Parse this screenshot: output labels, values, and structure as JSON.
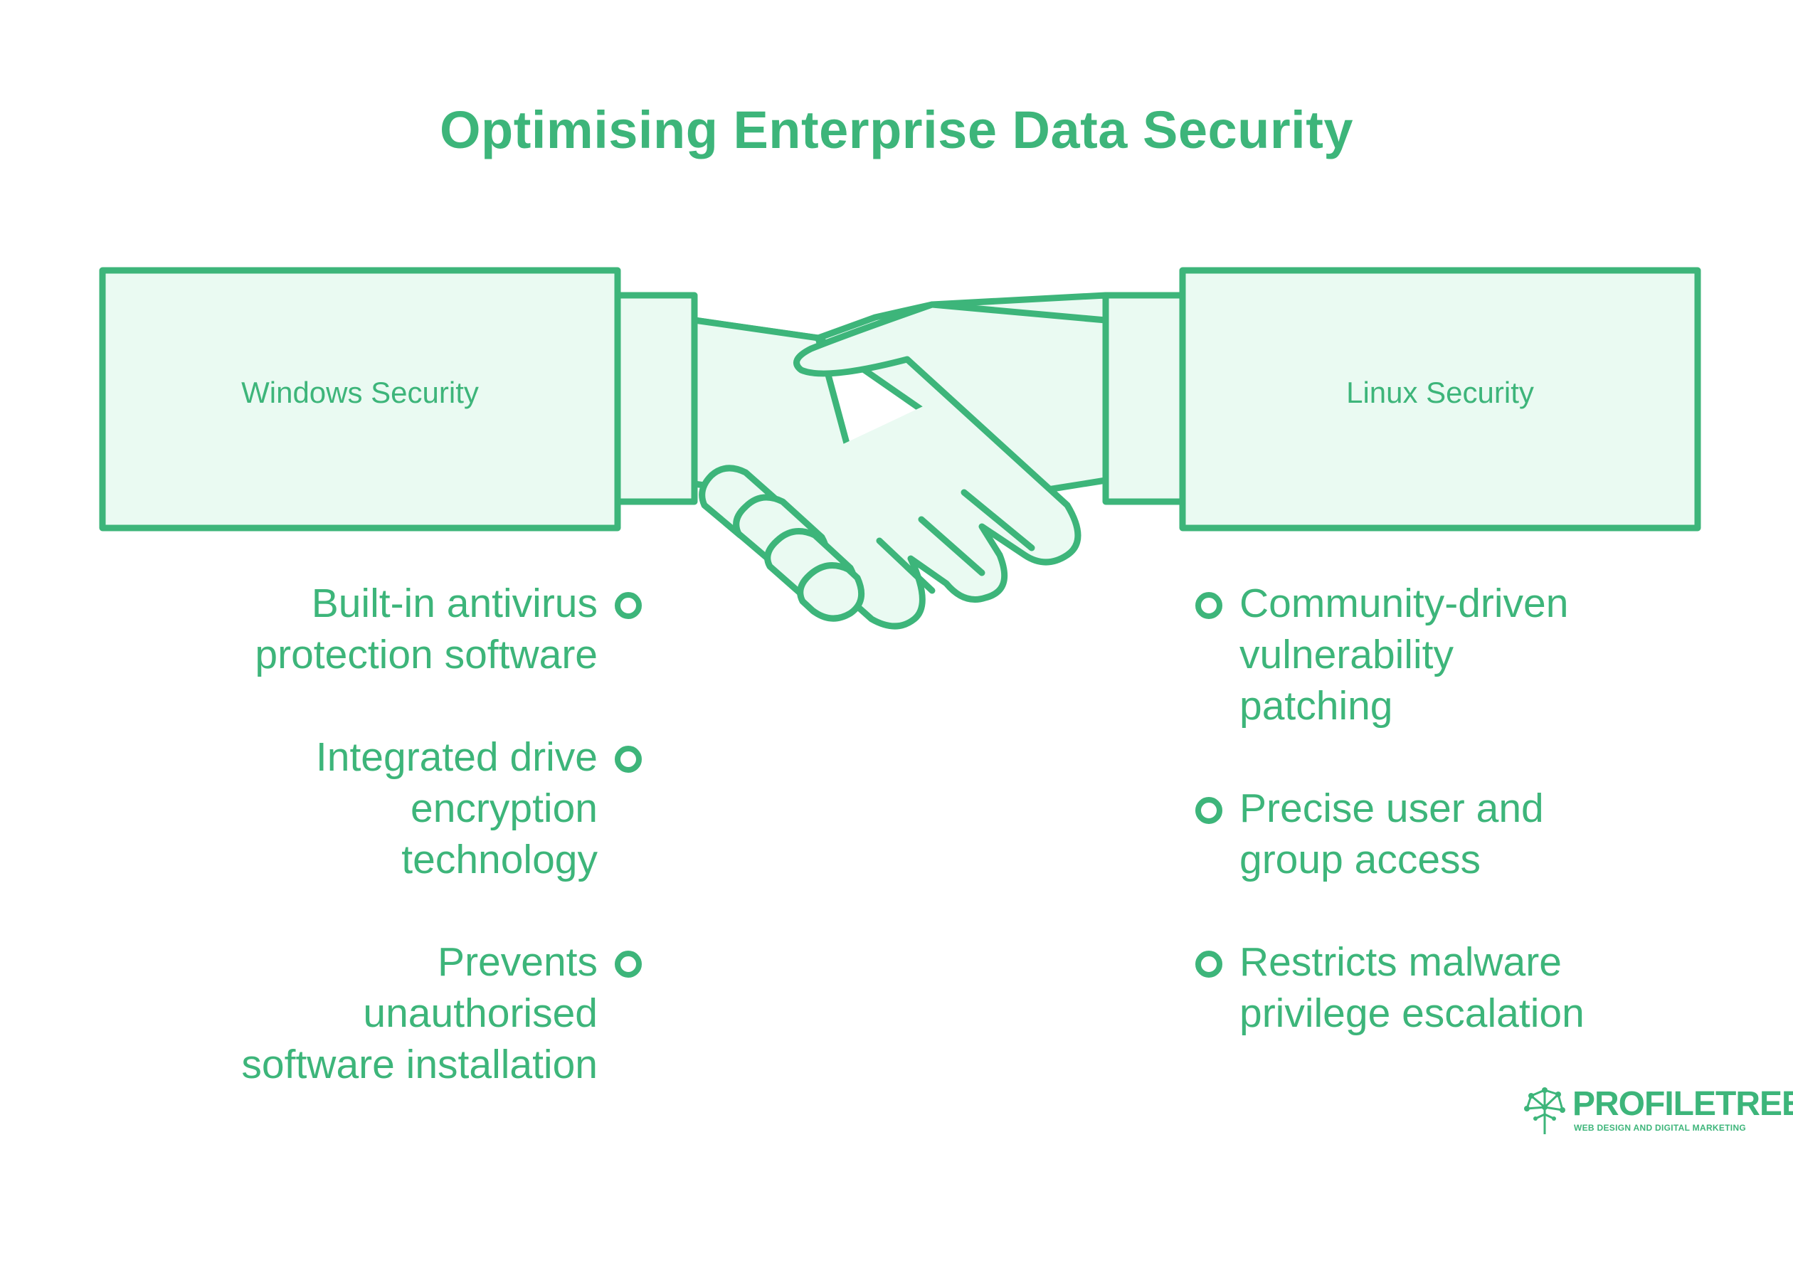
{
  "title": "Optimising Enterprise Data Security",
  "colors": {
    "accent": "#3db57a",
    "fill": "#eafaf2",
    "background": "#ffffff"
  },
  "left": {
    "label": "Windows Security",
    "items": [
      {
        "lines": [
          "Built-in antivirus",
          "protection software"
        ]
      },
      {
        "lines": [
          "Integrated drive",
          "encryption",
          "technology"
        ]
      },
      {
        "lines": [
          "Prevents",
          "unauthorised",
          "software installation"
        ]
      }
    ]
  },
  "right": {
    "label": "Linux Security",
    "items": [
      {
        "lines": [
          "Community-driven",
          "vulnerability",
          "patching"
        ]
      },
      {
        "lines": [
          "Precise user and",
          "group access"
        ]
      },
      {
        "lines": [
          "Restricts malware",
          "privilege escalation"
        ]
      }
    ]
  },
  "logo": {
    "name": "PROFILETREE",
    "tagline": "WEB DESIGN AND DIGITAL MARKETING",
    "icon": "tree-network-icon"
  },
  "illustration": {
    "icon": "handshake-icon"
  }
}
